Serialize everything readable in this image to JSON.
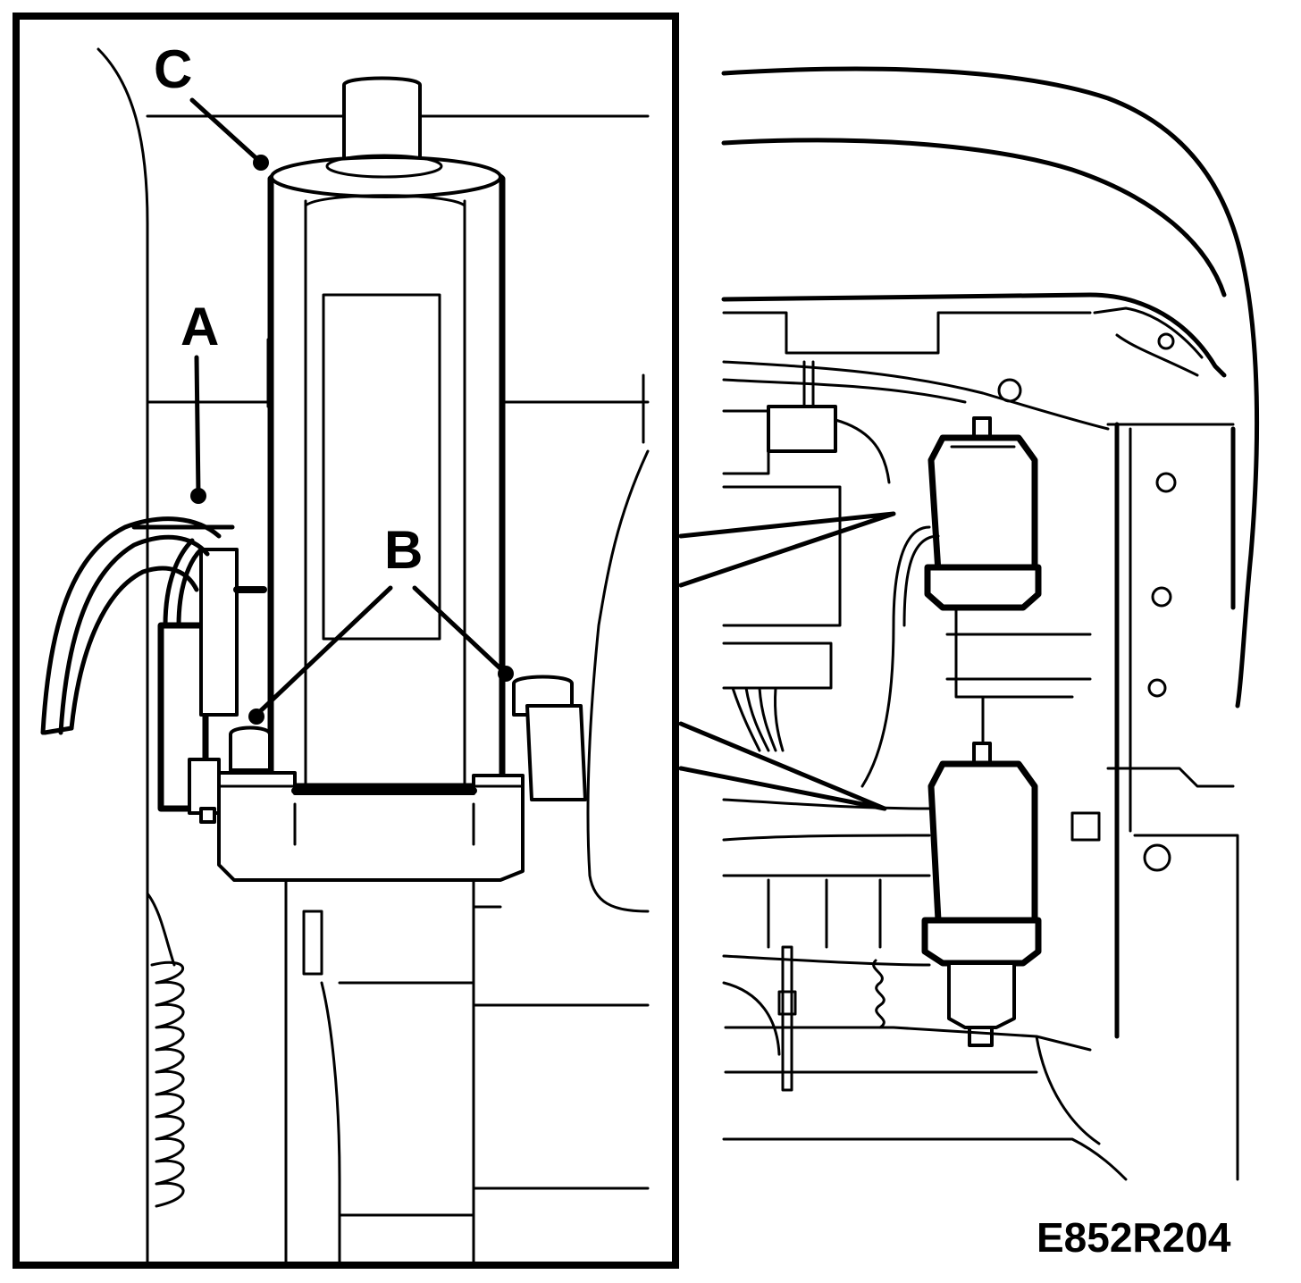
{
  "labels": {
    "a": "A",
    "b": "B",
    "c": "C"
  },
  "figure_code": "E852R204"
}
